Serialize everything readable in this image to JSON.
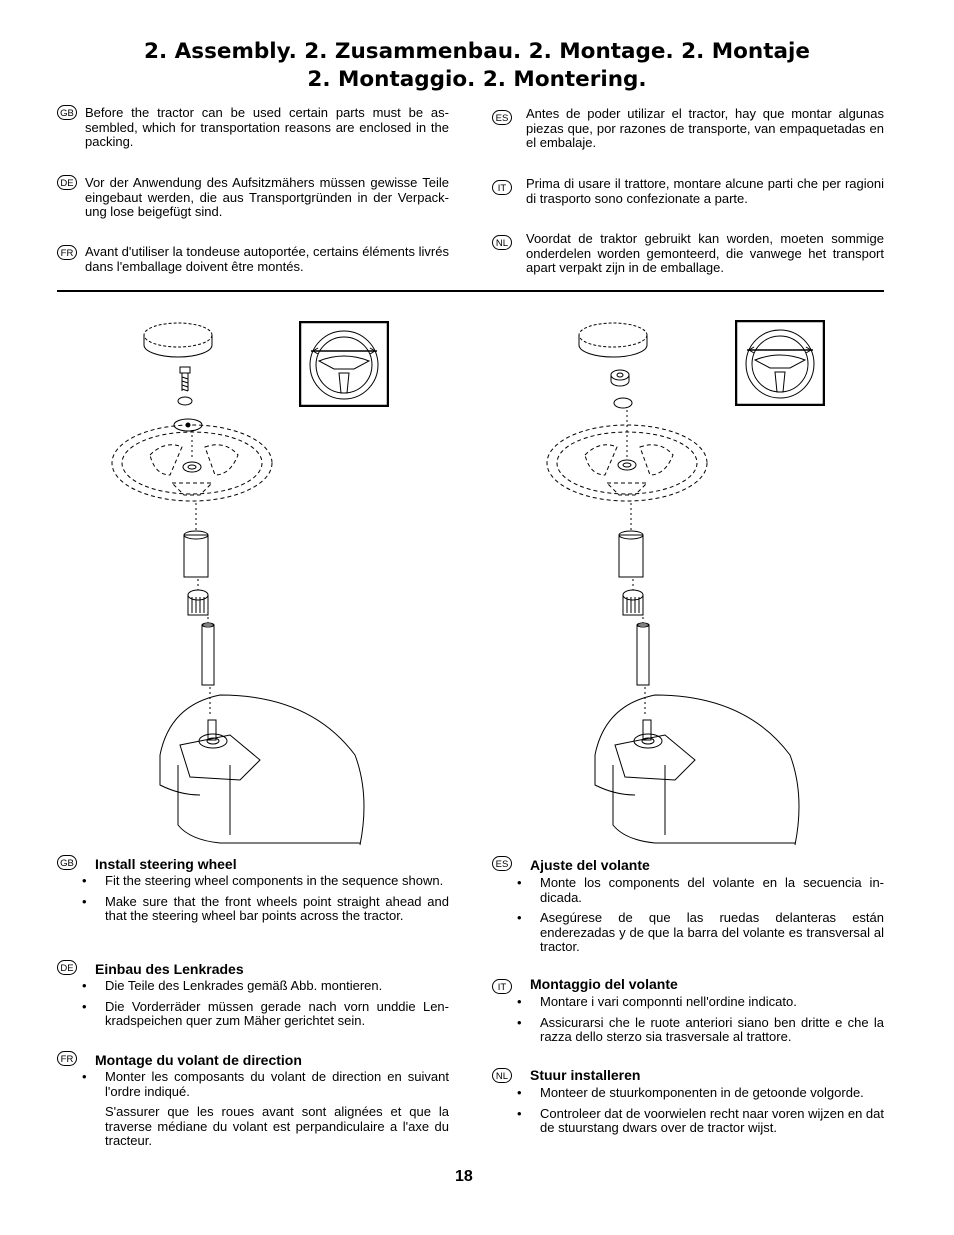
{
  "title": {
    "line1": "2. Assembly. 2. Zusammenbau. 2. Montage. 2. Montaje",
    "line2": "2. Montaggio. 2. Montering."
  },
  "intro": {
    "gb": {
      "code": "GB",
      "text": "Before the tractor can be used certain parts must be as-sembled, which for transportation reasons are enclosed in the packing."
    },
    "de": {
      "code": "DE",
      "text": "Vor der Anwendung des Aufsitzmähers müssen gewisse Teile eingebaut werden, die aus Transportgründen in der Verpack-ung lose beigefügt sind."
    },
    "fr": {
      "code": "FR",
      "text": "Avant d'utiliser la tondeuse autoportée, certains éléments livrés dans l'emballage doivent être montés."
    },
    "es": {
      "code": "ES",
      "text": " Antes de poder utilizar el tractor, hay que montar algunas piezas que, por razones de transporte, van empaquetadas en el embalaje."
    },
    "it": {
      "code": "IT",
      "text": "Prima di usare il trattore, montare alcune parti che per ragioni di trasporto sono confezionate a parte."
    },
    "nl": {
      "code": "NL",
      "text": "Voordat de traktor gebruikt kan worden, moeten sommige onderdelen worden gemonteerd, die vanwege het transport apart verpakt zijn in de emballage."
    }
  },
  "sections": {
    "gb": {
      "code": "GB",
      "heading": "Install steering wheel",
      "items": [
        "Fit the steering wheel components in the sequence shown.",
        "Make sure that the front wheels point straight ahead and that the steering wheel bar points across the tractor."
      ]
    },
    "de": {
      "code": "DE",
      "heading": "Einbau des Lenkrades",
      "items": [
        "Die Teile des Lenkrades gemäß Abb. montieren.",
        "Die Vorderräder müssen gerade nach vorn unddie Len-kradspeichen quer zum Mäher gerichtet sein."
      ]
    },
    "fr": {
      "code": "FR",
      "heading": "Montage du volant de direction",
      "items": [
        "Monter les composants du volant de direction en suivant l'ordre indiqué.",
        "S'assurer que les roues avant sont alignées et que la traverse médiane du volant est perpandiculaire a l'axe du tracteur."
      ]
    },
    "es": {
      "code": "ES",
      "heading": "Ajuste del volante",
      "items": [
        "Monte los components del volante en la secuencia in-dicada.",
        "Asegúrese de que las ruedas delanteras están enderezadas y de que la barra del volante es transversal al tractor."
      ]
    },
    "it": {
      "code": "IT",
      "heading": "Montaggio del volante",
      "items": [
        "Montare i vari componnti nell'ordine indicato.",
        "Assicurarsi che le ruote anteriori siano ben dritte e che la razza dello sterzo sia trasversale al trattore."
      ]
    },
    "nl": {
      "code": "NL",
      "heading": "Stuur installeren",
      "items": [
        "Monteer de stuurkomponenten in de getoonde volgorde.",
        "Controleer dat de voorwielen recht naar voren wijzen en dat de stuurstang dwars over de tractor wijst."
      ]
    }
  },
  "bullet": "•",
  "page_number": "18",
  "figures": {
    "left": {
      "icon": "steering-assembly-bolt-figure"
    },
    "right": {
      "icon": "steering-assembly-nut-figure"
    }
  }
}
